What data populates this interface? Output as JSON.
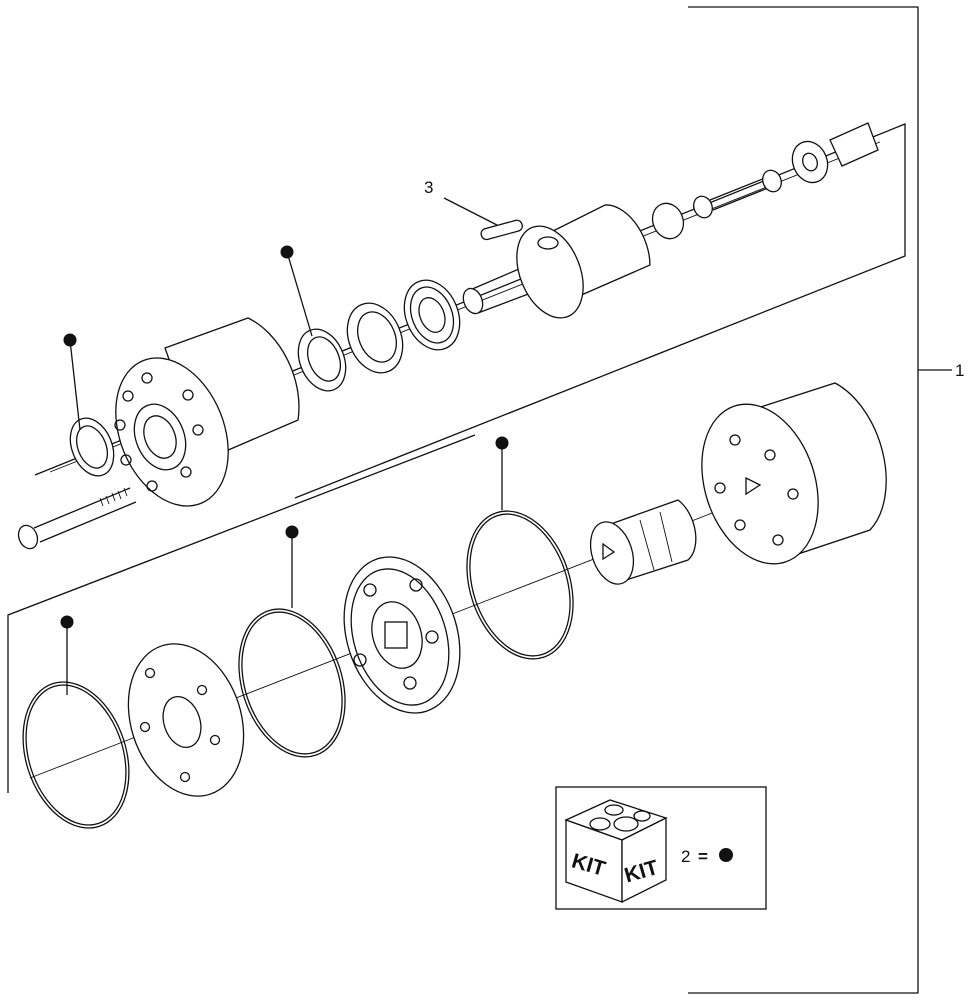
{
  "callouts": {
    "assembly": "1",
    "kit": "2",
    "key": "3"
  },
  "kit_legend": {
    "box_word_left": "KIT",
    "box_word_right": "KIT",
    "equals": "=",
    "marker_icon": "filled-dot"
  },
  "colors": {
    "line": "#111111",
    "background": "#ffffff"
  }
}
